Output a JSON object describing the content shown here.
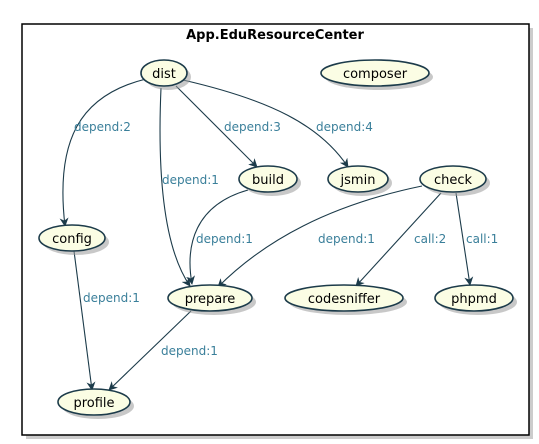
{
  "diagram": {
    "title": "App.EduResourceCenter",
    "colors": {
      "node_fill": "#fbfde4",
      "node_stroke": "#1c3b4a",
      "edge": "#1c3b4a",
      "edge_label": "#3a7f9a",
      "frame": "#000000"
    },
    "nodes": [
      {
        "id": "dist",
        "label": "dist"
      },
      {
        "id": "composer",
        "label": "composer"
      },
      {
        "id": "build",
        "label": "build"
      },
      {
        "id": "jsmin",
        "label": "jsmin"
      },
      {
        "id": "check",
        "label": "check"
      },
      {
        "id": "config",
        "label": "config"
      },
      {
        "id": "prepare",
        "label": "prepare"
      },
      {
        "id": "codesniffer",
        "label": "codesniffer"
      },
      {
        "id": "phpmd",
        "label": "phpmd"
      },
      {
        "id": "profile",
        "label": "profile"
      }
    ],
    "edges": [
      {
        "id": "dist-config",
        "from": "dist",
        "to": "config",
        "label": "depend:2"
      },
      {
        "id": "dist-build",
        "from": "dist",
        "to": "build",
        "label": "depend:3"
      },
      {
        "id": "dist-jsmin",
        "from": "dist",
        "to": "jsmin",
        "label": "depend:4"
      },
      {
        "id": "dist-prepare",
        "from": "dist",
        "to": "prepare",
        "label": "depend:1"
      },
      {
        "id": "build-prepare",
        "from": "build",
        "to": "prepare",
        "label": "depend:1"
      },
      {
        "id": "check-prepare",
        "from": "check",
        "to": "prepare",
        "label": "depend:1"
      },
      {
        "id": "check-codesniffer",
        "from": "check",
        "to": "codesniffer",
        "label": "call:2"
      },
      {
        "id": "check-phpmd",
        "from": "check",
        "to": "phpmd",
        "label": "call:1"
      },
      {
        "id": "config-profile",
        "from": "config",
        "to": "profile",
        "label": "depend:1"
      },
      {
        "id": "prepare-profile",
        "from": "prepare",
        "to": "profile",
        "label": "depend:1"
      }
    ]
  }
}
